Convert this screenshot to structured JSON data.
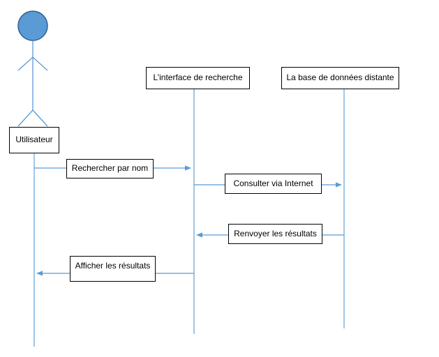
{
  "actor": {
    "label": "Utilisateur",
    "icon": "stick-figure-icon"
  },
  "participants": [
    {
      "label": "L’interface de recherche"
    },
    {
      "label": "La base de données distante"
    }
  ],
  "messages": [
    {
      "label": "Rechercher par nom"
    },
    {
      "label": "Consulter via Internet"
    },
    {
      "label": "Renvoyer les résultats"
    },
    {
      "label": "Afficher les résultats"
    }
  ],
  "colors": {
    "actor_head": "#5b9bd5",
    "actor_head_border": "#2f5f8f",
    "lines": "#5b9bd5"
  }
}
